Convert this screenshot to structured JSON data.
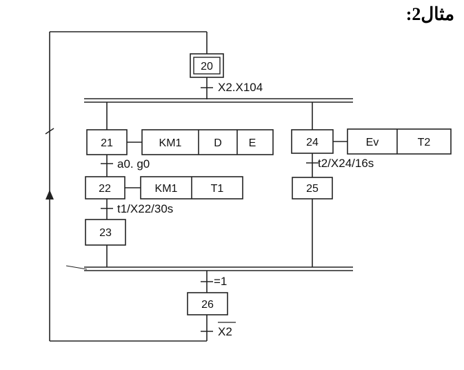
{
  "title": "مثال2:",
  "steps": {
    "s20": "20",
    "s21": "21",
    "s22": "22",
    "s23": "23",
    "s24": "24",
    "s25": "25",
    "s26": "26"
  },
  "actions": {
    "a21_1": "KM1",
    "a21_2": "D",
    "a21_3": "E",
    "a22_1": "KM1",
    "a22_2": "T1",
    "a24_1": "Ev",
    "a24_2": "T2"
  },
  "transitions": {
    "t20": "X2.X104",
    "t21": "a0. g0",
    "t22": "t1/X22/30s",
    "t24": "t2/X24/16s",
    "t_join": "=1",
    "t26": "X2"
  }
}
